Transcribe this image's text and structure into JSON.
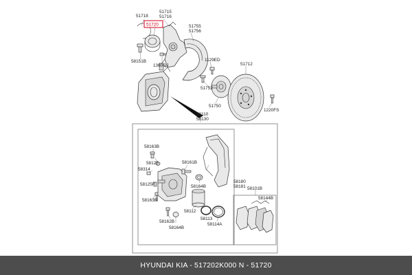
{
  "diagram": {
    "labels": {
      "p51718": "51718",
      "p51715": "51715",
      "p51716": "51716",
      "p51720": "51720",
      "p51755": "51755",
      "p51756": "51756",
      "p58151B": "58151B",
      "p1360GJ": "1360GJ",
      "p1129ED": "1129ED",
      "p51712": "51712",
      "p51752": "51752",
      "p51750": "51750",
      "p1220FS": "1220FS",
      "p58110": "58110",
      "p58130": "58130",
      "p58163B_a": "58163B",
      "p58125": "58125",
      "p58314": "58314",
      "p58125F": "58125F",
      "p58163B_b": "58163B",
      "p58161B": "58161B",
      "p58164B_a": "58164B",
      "p58180": "58180",
      "p58181": "58181",
      "p58101B": "58101B",
      "p58144B": "58144B",
      "p58112": "58112",
      "p58162B": "58162B",
      "p58164B_b": "58164B",
      "p58113": "58113",
      "p58114A": "58114A"
    },
    "highlight_color": "#d0021b"
  },
  "footer": {
    "text": "HYUNDAI  KIA - 517202K000     N - 51720"
  }
}
